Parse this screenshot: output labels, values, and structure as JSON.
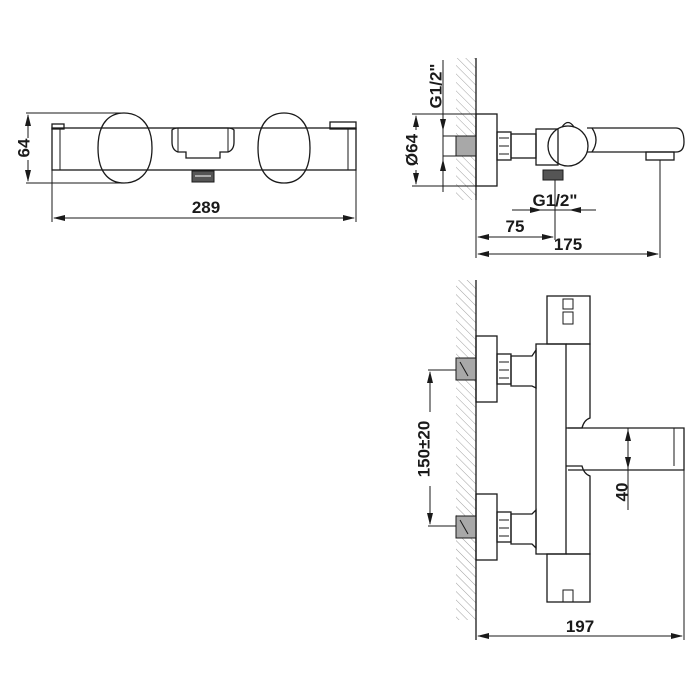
{
  "drawing": {
    "title": "Thermostatic bath mixer technical drawing",
    "views": {
      "top_view": {
        "height_label": "64",
        "width_label": "289"
      },
      "side_view": {
        "inlet_thread_label": "G1/2\"",
        "diameter_label": "Ø64",
        "outlet_thread_label": "G1/2\"",
        "outlet_offset_label": "75",
        "projection_label": "175"
      },
      "front_view": {
        "inlet_spacing_label": "150±20",
        "spout_height_label": "40",
        "projection_label": "197"
      }
    },
    "colors": {
      "line": "#1a1a1a",
      "hatch": "#9a9a9a",
      "fill_gray": "#a8a8a8",
      "background": "#ffffff"
    }
  }
}
